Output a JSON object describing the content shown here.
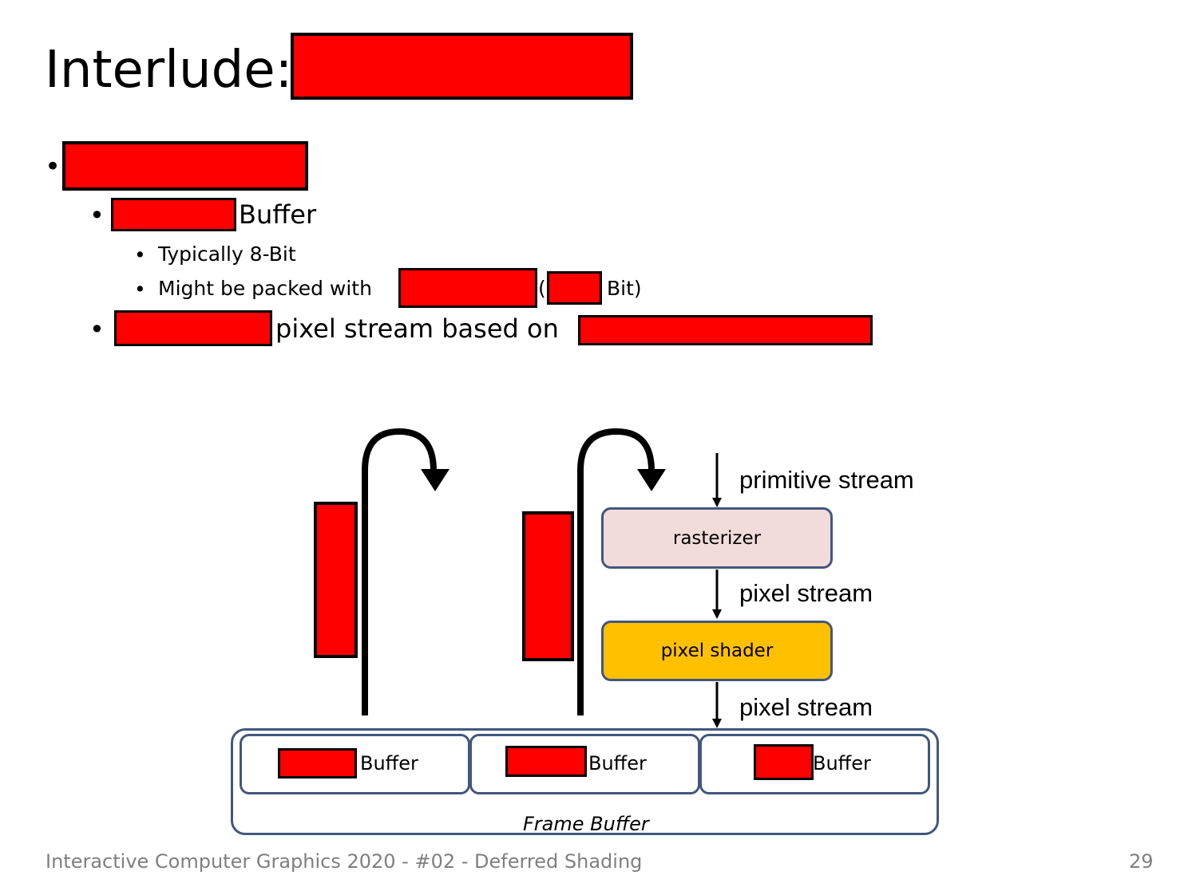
{
  "slide": {
    "title": "Interlude:",
    "bullets": {
      "buffer_label": "Buffer",
      "typically": "Typically 8-Bit",
      "packed_prefix": "Might be packed with",
      "paren_open": "(",
      "bit_suffix": "Bit)",
      "pixel_stream_based_on": "pixel stream based on"
    },
    "bullet_glyph": "•"
  },
  "diagram": {
    "primitive_stream": "primitive stream",
    "rasterizer": "rasterizer",
    "pixel_stream_1": "pixel stream",
    "pixel_shader": "pixel shader",
    "pixel_stream_2": "pixel stream",
    "buffer_cells": [
      "Buffer",
      "Buffer",
      "Buffer"
    ],
    "frame_buffer": "Frame Buffer",
    "colors": {
      "rasterizer_fill": "#f2dcdb",
      "pixel_shader_fill": "#ffc000",
      "box_border": "#41577e",
      "redaction": "#ff0000"
    }
  },
  "footer": {
    "text": "Interactive Computer Graphics 2020 - #02 - Deferred Shading",
    "page_number": "29"
  }
}
